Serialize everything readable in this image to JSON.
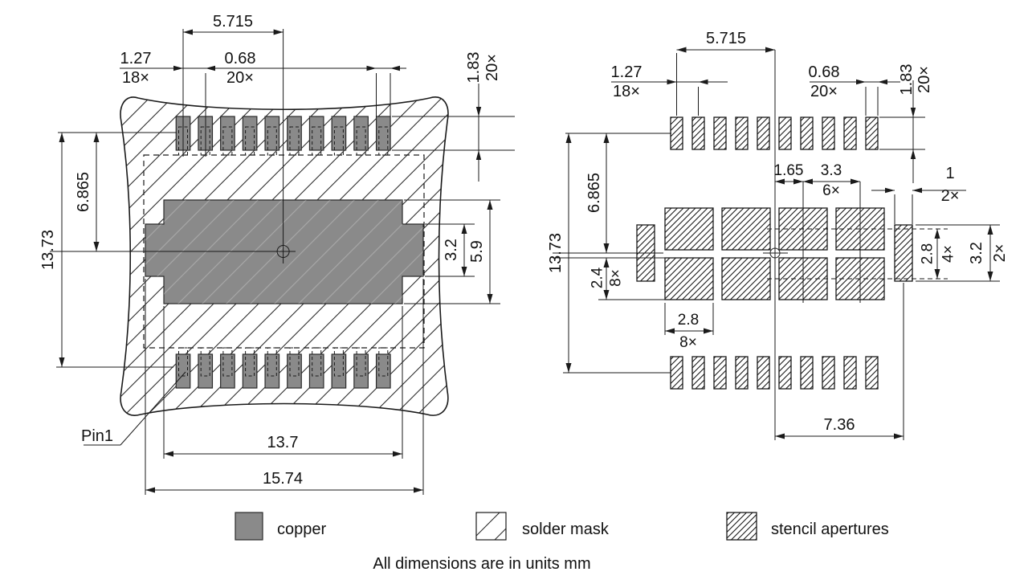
{
  "note": "All dimensions are in units mm",
  "colors": {
    "copper": "#8a8a8a",
    "line": "#1a1a1a",
    "background": "#ffffff"
  },
  "legend": {
    "copper_label": "copper",
    "solder_mask_label": "solder mask",
    "stencil_label": "stencil apertures"
  },
  "left_view": {
    "pin1_label": "Pin1",
    "dims": {
      "pad_pitch": "1.27",
      "pad_pitch_count": "18×",
      "pad_width": "0.68",
      "pad_width_count": "20×",
      "pad_height": "1.83",
      "pad_height_count": "20×",
      "center_to_pin1": "5.715",
      "row_to_center": "6.865",
      "row_to_row": "13.73",
      "tab_height": "3.2",
      "exposed_height": "5.9",
      "mask_opening_width": "13.7",
      "copper_width": "15.74"
    }
  },
  "right_view": {
    "dims": {
      "pad_pitch": "1.27",
      "pad_pitch_count": "18×",
      "pad_width": "0.68",
      "pad_width_count": "20×",
      "pad_height": "1.83",
      "pad_height_count": "20×",
      "center_to_pin1": "5.715",
      "row_to_center": "6.865",
      "row_to_row": "13.73",
      "aperture_offset": "1.65",
      "aperture_pitch": "3.3",
      "aperture_pitch_count": "6×",
      "side_aperture_width": "1",
      "side_aperture_width_count": "2×",
      "row_center_spacing": "2.8",
      "row_center_spacing_count": "4×",
      "side_aperture_height": "3.2",
      "side_aperture_height_count": "2×",
      "aperture_height": "2.4",
      "aperture_height_count": "8×",
      "aperture_width": "2.8",
      "aperture_width_count": "8×",
      "center_to_side": "7.36"
    }
  }
}
